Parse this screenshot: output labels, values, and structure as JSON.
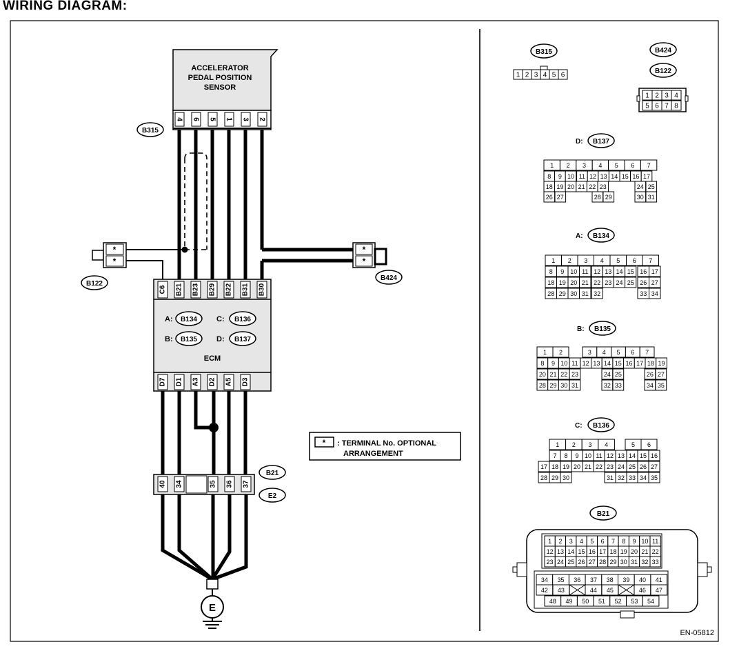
{
  "page_title": "WIRING DIAGRAM:",
  "sensor": {
    "lines": [
      "ACCELERATOR",
      "PEDAL POSITION",
      "SENSOR"
    ]
  },
  "connectors": {
    "b315": "B315",
    "b122": "B122",
    "b424": "B424",
    "b21": "B21",
    "e2": "E2",
    "b134": "B134",
    "b135": "B135",
    "b136": "B136",
    "b137": "B137"
  },
  "sensor_pins": [
    "4",
    "6",
    "5",
    "1",
    "3",
    "2"
  ],
  "ecm": {
    "label": "ECM",
    "top_pins": [
      "C6",
      "B21",
      "B23",
      "B29",
      "B22",
      "B31",
      "B30"
    ],
    "bottom_pins": [
      "D7",
      "D1",
      "A3",
      "D2",
      "A5",
      "D3"
    ],
    "key_letters": {
      "a": "A:",
      "b": "B:",
      "c": "C:",
      "d": "D:"
    }
  },
  "b122_pins": [
    "*",
    "*"
  ],
  "b424_pins": [
    "*",
    "*"
  ],
  "joint_pins": [
    "40",
    "34",
    "35",
    "36",
    "37"
  ],
  "ground_label": "E",
  "legend": {
    "symbol": "*",
    "text_line1": ": TERMINAL No. OPTIONAL",
    "text_line2": "ARRANGEMENT"
  },
  "views": {
    "b315_pins": [
      "1",
      "2",
      "3",
      "4",
      "5",
      "6"
    ],
    "b424_b122_rows": [
      [
        "1",
        "2",
        "3",
        "4"
      ],
      [
        "5",
        "6",
        "7",
        "8"
      ]
    ],
    "d_prefix": "D:",
    "a_prefix": "A:",
    "b_prefix": "B:",
    "c_prefix": "C:",
    "d_rows": [
      [
        "1",
        "2",
        "3",
        "4",
        "5",
        "6",
        "7"
      ],
      [
        "8",
        "9",
        "10",
        "11",
        "12",
        "13",
        "14",
        "15",
        "16",
        "17"
      ],
      [
        "18",
        "19",
        "20",
        "21",
        "22",
        "23",
        "24",
        "25"
      ],
      [
        "26",
        "27",
        "28",
        "29",
        "30",
        "31"
      ]
    ],
    "a_rows": [
      [
        "1",
        "2",
        "3",
        "4",
        "5",
        "6",
        "7"
      ],
      [
        "8",
        "9",
        "10",
        "11",
        "12",
        "13",
        "14",
        "15",
        "16",
        "17"
      ],
      [
        "18",
        "19",
        "20",
        "21",
        "22",
        "23",
        "24",
        "25",
        "26",
        "27"
      ],
      [
        "28",
        "29",
        "30",
        "31",
        "32",
        "33",
        "34"
      ]
    ],
    "b_rows": [
      [
        "1",
        "2",
        "3",
        "4",
        "5",
        "6",
        "7"
      ],
      [
        "8",
        "9",
        "10",
        "11",
        "12",
        "13",
        "14",
        "15",
        "16",
        "17",
        "18",
        "19"
      ],
      [
        "20",
        "21",
        "22",
        "23",
        "24",
        "25",
        "26",
        "27"
      ],
      [
        "28",
        "29",
        "30",
        "31",
        "32",
        "33",
        "34",
        "35"
      ]
    ],
    "c_rows": [
      [
        "1",
        "2",
        "3",
        "4",
        "5",
        "6"
      ],
      [
        "7",
        "8",
        "9",
        "10",
        "11",
        "12",
        "13",
        "14",
        "15",
        "16"
      ],
      [
        "17",
        "18",
        "19",
        "20",
        "21",
        "22",
        "23",
        "24",
        "25",
        "26",
        "27"
      ],
      [
        "28",
        "29",
        "30",
        "31",
        "32",
        "33",
        "34",
        "35"
      ]
    ],
    "b21_rows": [
      [
        "1",
        "2",
        "3",
        "4",
        "5",
        "6",
        "7",
        "8",
        "9",
        "10",
        "11"
      ],
      [
        "12",
        "13",
        "14",
        "15",
        "16",
        "17",
        "18",
        "19",
        "20",
        "21",
        "22"
      ],
      [
        "23",
        "24",
        "25",
        "26",
        "27",
        "28",
        "29",
        "30",
        "31",
        "32",
        "33"
      ],
      [
        "34",
        "35",
        "36",
        "37",
        "38",
        "39",
        "40",
        "41"
      ],
      [
        "42",
        "43",
        "44",
        "45",
        "46",
        "47"
      ],
      [
        "48",
        "49",
        "50",
        "51",
        "52",
        "53",
        "54"
      ]
    ]
  },
  "doc_code": "EN-05812"
}
